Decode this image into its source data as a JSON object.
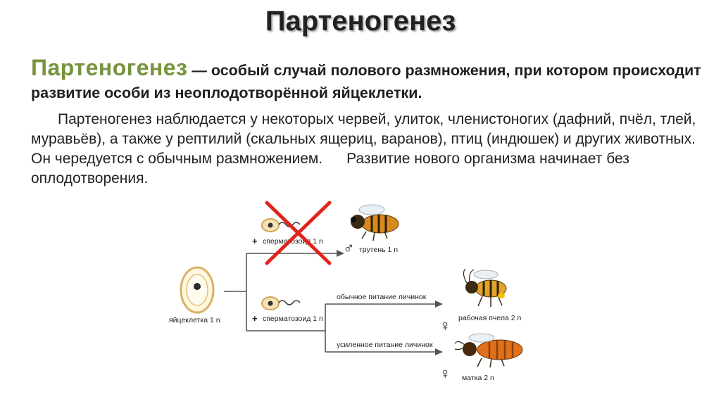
{
  "title": "Партеногенез",
  "definition": {
    "term": "Партеногенез",
    "text": " — особый случай полового размножения, при котором происходит развитие особи из неоплодотворённой яйцеклетки."
  },
  "paragraph": {
    "text1": "Партеногенез наблюдается у некоторых червей, улиток, членистоногих (дафний, пчёл, тлей, муравьёв), а также у рептилий (скальных ящериц, варанов), птиц (индюшек) и других животных. Он чередуется с обычным размножением.",
    "text2": "Развитие нового организма начинает без оплодотворения."
  },
  "diagram": {
    "egg_label": "яйцеклетка 1 n",
    "plus_sign": "+",
    "sperm_top_label": "сперматозоид 1 n",
    "sperm_bottom_label": "сперматозоид 1 n",
    "feeding_normal_label": "обычное питание личинок",
    "feeding_enhanced_label": "усиленное питание личинок",
    "drone_label": "трутень 1 n",
    "worker_label": "рабочая пчела 2 n",
    "queen_label": "матка 2 n",
    "male_symbol": "♂",
    "female_symbol": "♀",
    "colors": {
      "term_green": "#77933c",
      "cross_red": "#e0241b",
      "line_gray": "#555555",
      "bee_amber": "#d98a1e",
      "queen_orange": "#e0701a"
    }
  }
}
